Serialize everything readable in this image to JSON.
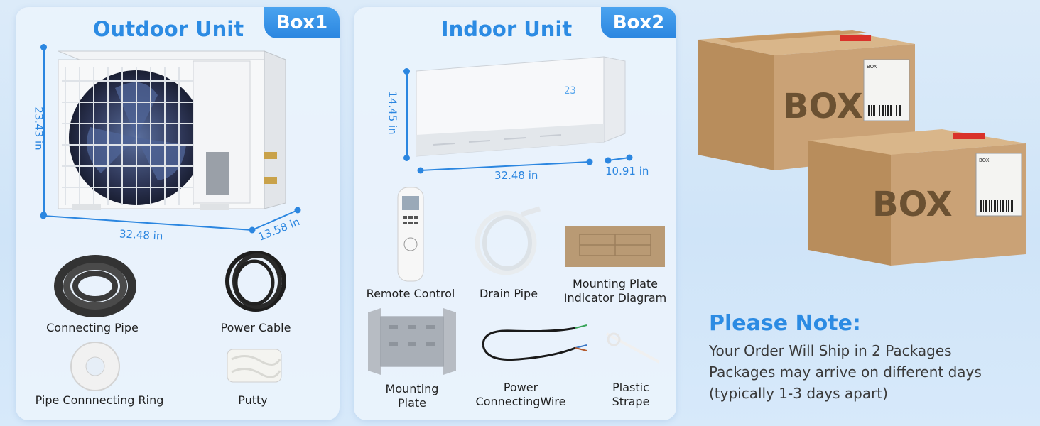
{
  "outdoor": {
    "title": "Outdoor Unit",
    "box_tag": "Box1",
    "dims": {
      "height": "23.43 in",
      "width": "32.48 in",
      "depth": "13.58 in"
    },
    "accessories": [
      "Connecting Pipe",
      "Power Cable",
      "Pipe Connnecting Ring",
      "Putty"
    ]
  },
  "indoor": {
    "title": "Indoor Unit",
    "box_tag": "Box2",
    "display": "23",
    "dims": {
      "height": "14.45 in",
      "width": "32.48 in",
      "depth": "10.91 in"
    },
    "accessories": [
      {
        "line1": "Remote Control",
        "line2": ""
      },
      {
        "line1": "Drain Pipe",
        "line2": ""
      },
      {
        "line1": "Mounting Plate",
        "line2": "Indicator Diagram"
      },
      {
        "line1": "Mounting",
        "line2": "Plate"
      },
      {
        "line1": "Power",
        "line2": "ConnectingWire"
      },
      {
        "line1": "Plastic",
        "line2": "Strape"
      }
    ]
  },
  "boxes": [
    {
      "label": "BOX",
      "sticker": "BOX"
    },
    {
      "label": "BOX",
      "sticker": "BOX"
    }
  ],
  "note": {
    "title": "Please Note:",
    "lines": [
      "Your Order Will Ship in 2 Packages",
      "Packages may arrive on different days",
      "(typically 1-3 days apart)"
    ]
  },
  "colors": {
    "accent": "#2c8be3",
    "box_cardboard": "#caa276",
    "background": "#d4e7f9"
  }
}
